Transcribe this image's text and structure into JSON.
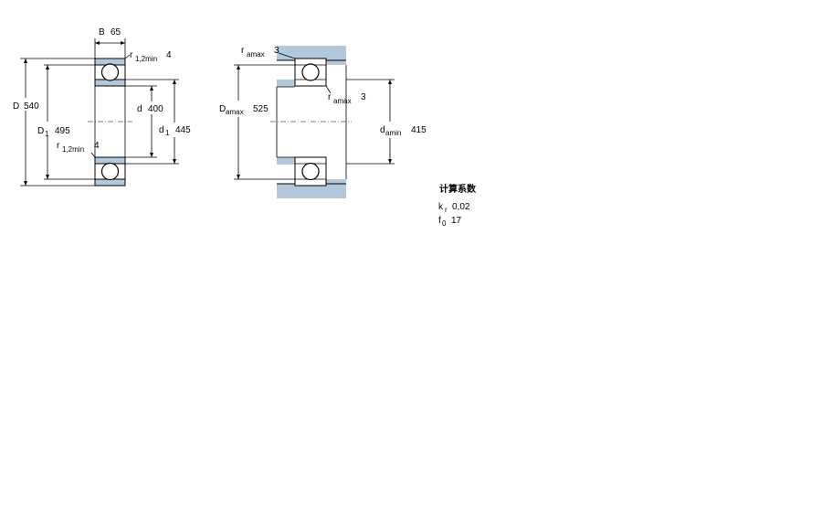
{
  "left_figure": {
    "B_label": "B",
    "B_value": "65",
    "D_label": "D",
    "D_value": "540",
    "D1_label": "D",
    "D1_sub": "1",
    "D1_value": "495",
    "d_label": "d",
    "d_value": "400",
    "d1_label": "d",
    "d1_sub": "1",
    "d1_value": "445",
    "r_top_label": "r",
    "r_top_sub": "1,2min",
    "r_top_value": "4",
    "r_bot_label": "r",
    "r_bot_sub": "1,2min",
    "r_bot_value": "4"
  },
  "right_figure": {
    "ra_top_label": "r",
    "ra_top_sub": "amax",
    "ra_top_value": "3",
    "Da_label": "D",
    "Da_sub": "amax",
    "Da_value": "525",
    "ra_mid_label": "r",
    "ra_mid_sub": "amax",
    "ra_mid_value": "3",
    "da_label": "d",
    "da_sub": "amin",
    "da_value": "415"
  },
  "calc_factors": {
    "title": "计算系数",
    "kr_label": "k",
    "kr_sub": "r",
    "kr_value": "0,02",
    "f0_label": "f",
    "f0_sub": "0",
    "f0_value": "17"
  },
  "colors": {
    "ring_fill": "#b4c8dc",
    "line": "#000000",
    "background": "#ffffff"
  }
}
